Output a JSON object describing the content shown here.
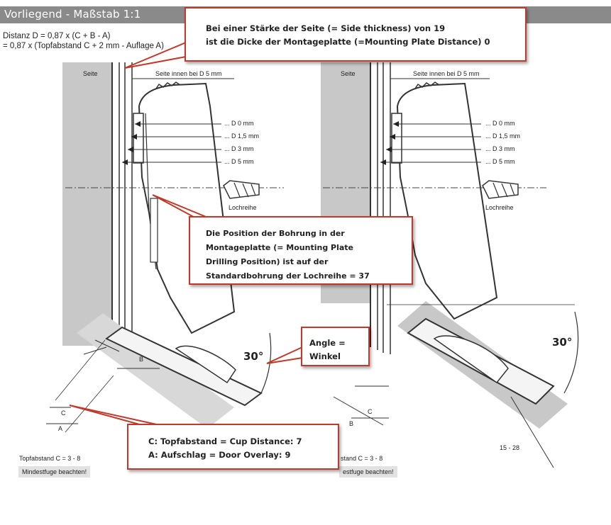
{
  "header": {
    "title": "Vorliegend - Maßstab 1:1"
  },
  "formula": {
    "line1": "Distanz D = 0,87 x (C + B - A)",
    "line2": "= 0,87 x (Topfabstand C + 2 mm - Auflage A)"
  },
  "callouts": {
    "top": {
      "line1": "Bei einer Stärke der Seite (= Side thickness) von 19",
      "line2": "ist die Dicke der Montageplatte (=Mounting Plate Distance) 0"
    },
    "mid": {
      "line1": "Die Position der Bohrung in der",
      "line2": "Montageplatte (= Mounting Plate",
      "line3": "Drilling Position) ist auf der",
      "line4": "Standardbohrung der Lochreihe = 37"
    },
    "angle": {
      "line1": "Angle =",
      "line2": "Winkel"
    },
    "bottom": {
      "line1": "C: Topfabstand = Cup Distance: 7",
      "line2": "A: Aufschlag = Door Overlay: 9"
    }
  },
  "left_drawing": {
    "seite": "Seite",
    "seite_innen": "Seite innen bei D 5 mm",
    "d_labels": [
      "... D 0 mm",
      "... D 1,5 mm",
      "... D 3 mm",
      "... D 5 mm"
    ],
    "lochreihe": "Lochreihe",
    "angle": "30°",
    "dim_b": "B",
    "dim_c": "C",
    "dim_a": "A",
    "topfabstand": "Topfabstand C = 3 - 8",
    "mindestfuge": "Mindestfuge beachten!"
  },
  "right_drawing": {
    "seite": "Seite",
    "seite_innen": "Seite innen bei D 5 mm",
    "d_labels": [
      "... D 0 mm",
      "... D 1,5 mm",
      "... D 3 mm",
      "... D 5 mm"
    ],
    "lochreihe": "Lochreihe",
    "angle": "30°",
    "dim_c": "C",
    "dim_b": "B",
    "range": "15 - 28",
    "topfabstand": "stand C = 3 - 8",
    "mindestfuge": "estfuge beachten!"
  },
  "colors": {
    "callout_border": "#c0392b",
    "header_bg": "#8a8a8a",
    "panel_gray": "#c8c8c8"
  }
}
